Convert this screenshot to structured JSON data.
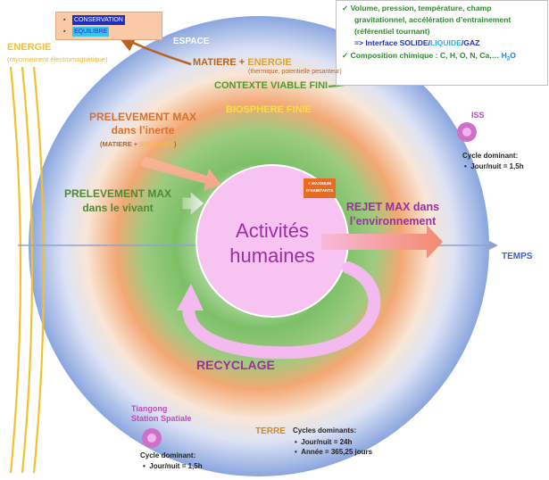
{
  "legend": {
    "items": [
      {
        "label": "CONSERVATION",
        "bg": "#1f2fbf",
        "fg": "#ffffff"
      },
      {
        "label": "EQUILIBRE",
        "bg": "#33c7f0",
        "fg": "#1f2fbf"
      }
    ]
  },
  "energie": {
    "title": "ENERGIE",
    "subtitle": "(rayonnement électromagnétique)"
  },
  "espace_label": "ESPACE",
  "matiere": {
    "prefix": "MATIERE + ",
    "emph": "ENERGIE",
    "note": "(thermique, potentielle pesanteur)"
  },
  "contexte": "CONTEXTE VIABLE FINI",
  "biosphere": "BIOSPHERE FINIE",
  "info": {
    "line1": "Volume, pression, température, champ",
    "line2": "gravitationnel, accélération d’entrainement",
    "line3": "(référentiel tournant)",
    "interface_prefix": "=> Interface SOLIDE/",
    "interface_liquid": "LIQUIDE",
    "interface_suffix": "/GAZ",
    "composition_prefix": "Composition chimique : C, H, O, N, Ca,… ",
    "composition_h": "H",
    "composition_sub": "2",
    "composition_o": "O"
  },
  "prelevement_inerte": {
    "line1": "PRELEVEMENT MAX",
    "line2": "dans l’inerte",
    "sub_prefix": "(MATIERE + ",
    "sub_emph": "ENERGIES",
    "sub_suffix": ")"
  },
  "prelevement_vivant": {
    "line1": "PRELEVEMENT MAX",
    "line2": "dans le vivant"
  },
  "maximum_box": {
    "line1": "< MAXIMUM",
    "line2": "D’HABITANTS"
  },
  "rejet": {
    "line1": "REJET MAX dans",
    "line2": "l’environnement"
  },
  "activites": {
    "line1": "Activités",
    "line2": "humaines"
  },
  "temps": "TEMPS",
  "recyclage": "RECYCLAGE",
  "iss": {
    "title": "ISS",
    "cycle_title": "Cycle dominant:",
    "items": [
      "Jour/nuit  = 1,5h"
    ]
  },
  "tiangong": {
    "title_line1": "Tiangong",
    "title_line2": "Station Spatiale",
    "cycle_title": "Cycle dominant:",
    "items": [
      "Jour/nuit  = 1,5h"
    ]
  },
  "terre": {
    "title": "TERRE",
    "cycle_title": "Cycles dominants:",
    "items": [
      "Jour/nuit = 24h",
      "Année = 365,25 jours"
    ]
  },
  "colors": {
    "space_blue": "#8aa6df",
    "orange": "#f2a574",
    "green": "#6cb85a",
    "pink": "#f6c1ef",
    "purple": "#9b2fa3",
    "energy_yellow": "#f3c12d",
    "brown": "#b8621b",
    "forest": "#4e8a2e",
    "dark_green": "#3f7f2b",
    "info_green": "#2c8a2c",
    "blue_label": "#3d5fc2"
  }
}
